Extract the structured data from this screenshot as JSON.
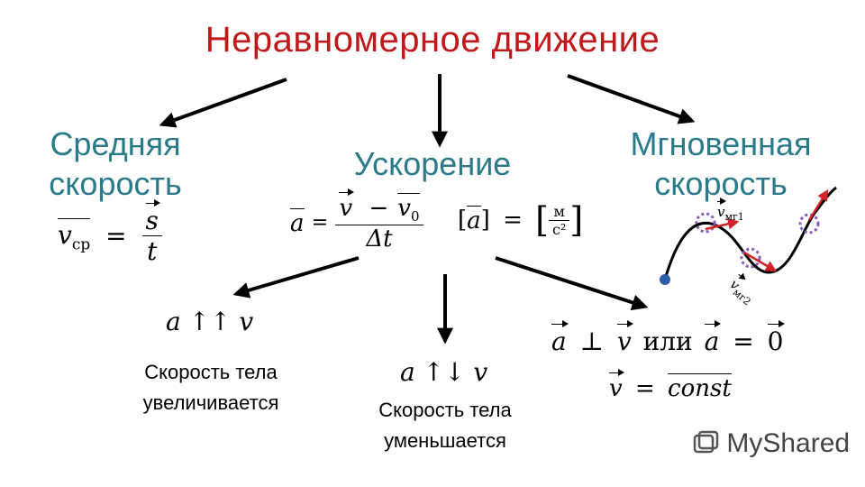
{
  "title": "Неравномерное движение",
  "headings": {
    "avg_line1": "Средняя",
    "avg_line2": "скорость",
    "accel": "Ускорение",
    "inst_line1": "Мгновенная",
    "inst_line2": "скорость"
  },
  "formulas": {
    "v_avg_symbol": "v",
    "v_avg_sub": "ср",
    "s": "s",
    "t": "t",
    "eq": "=",
    "a": "a",
    "v": "v",
    "v0": "v",
    "v0_sub": "0",
    "minus": "−",
    "delta_t": "Δt",
    "unit_m": "м",
    "unit_s2": "с²",
    "parallel": "a ↑↑ v",
    "antiparallel": "a ↑↓ v",
    "perp_a": "a",
    "perp_symbol": "⊥",
    "perp_v": "v",
    "or_text": "или",
    "zero": "0",
    "const_v": "v",
    "const": "const"
  },
  "captions": {
    "increase_line1": "Скорость тела",
    "increase_line2": "увеличивается",
    "decrease_line1": "Скорость тела",
    "decrease_line2": "уменьшается"
  },
  "curve_labels": {
    "v1": "v",
    "v1_sub": "мг1",
    "v2": "v",
    "v2_sub": "мг2"
  },
  "watermark": "MyShared",
  "colors": {
    "title": "#c0191c",
    "heading": "#2b7a8a",
    "tangent": "#d2232a",
    "circle": "#8e5bb5",
    "point": "#2d5da8"
  }
}
